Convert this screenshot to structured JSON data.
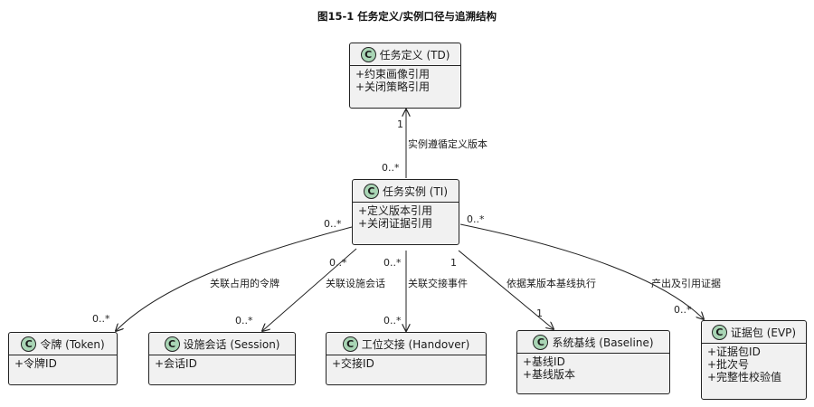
{
  "title": "图15-1 任务定义/实例口径与追溯结构",
  "classes": {
    "td": {
      "badge": "C",
      "name": "任务定义 (TD)",
      "attrs": [
        "+约束画像引用",
        "+关闭策略引用"
      ]
    },
    "ti": {
      "badge": "C",
      "name": "任务实例 (TI)",
      "attrs": [
        "+定义版本引用",
        "+关闭证据引用"
      ]
    },
    "token": {
      "badge": "C",
      "name": "令牌 (Token)",
      "attrs": [
        "+令牌ID"
      ]
    },
    "session": {
      "badge": "C",
      "name": "设施会话 (Session)",
      "attrs": [
        "+会话ID"
      ]
    },
    "handover": {
      "badge": "C",
      "name": "工位交接 (Handover)",
      "attrs": [
        "+交接ID"
      ]
    },
    "baseline": {
      "badge": "C",
      "name": "系统基线 (Baseline)",
      "attrs": [
        "+基线ID",
        "+基线版本"
      ]
    },
    "evp": {
      "badge": "C",
      "name": "证据包 (EVP)",
      "attrs": [
        "+证据包ID",
        "+批次号",
        "+完整性校验值"
      ]
    }
  },
  "relations": [
    {
      "from": "ti",
      "to": "td",
      "label": "实例遵循定义版本",
      "from_mult": "0..*",
      "to_mult": "1"
    },
    {
      "from": "ti",
      "to": "token",
      "label": "关联占用的令牌",
      "from_mult": "0..*",
      "to_mult": "0..*"
    },
    {
      "from": "ti",
      "to": "session",
      "label": "关联设施会话",
      "from_mult": "0..*",
      "to_mult": "0..*"
    },
    {
      "from": "ti",
      "to": "handover",
      "label": "关联交接事件",
      "from_mult": "0..*",
      "to_mult": "0..*"
    },
    {
      "from": "ti",
      "to": "baseline",
      "label": "依据某版本基线执行",
      "from_mult": "1",
      "to_mult": "1"
    },
    {
      "from": "ti",
      "to": "evp",
      "label": "产出及引用证据",
      "from_mult": "0..*",
      "to_mult": "0..*"
    }
  ]
}
